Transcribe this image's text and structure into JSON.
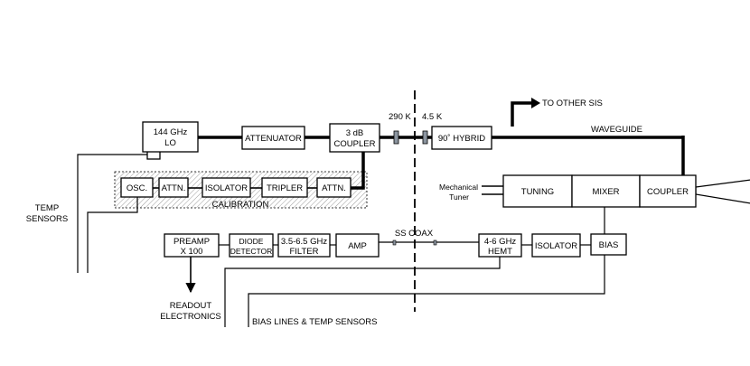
{
  "diagram": {
    "blocks": {
      "lo": [
        "144 GHz",
        "LO"
      ],
      "attenuator": "ATTENUATOR",
      "coupler3db": [
        "3 dB",
        "COUPLER"
      ],
      "hybrid": "90˚ HYBRID",
      "osc": "OSC.",
      "attn1": "ATTN.",
      "isolator_cal": "ISOLATOR",
      "tripler": "TRIPLER",
      "attn2": "ATTN.",
      "tuning": "TUNING",
      "mixer": "MIXER",
      "coupler_horn": "COUPLER",
      "preamp": [
        "PREAMP",
        "X 100"
      ],
      "diode": [
        "DIODE",
        "DETECTOR"
      ],
      "filter": [
        "3.5-6.5 GHz",
        "FILTER"
      ],
      "amp": "AMP",
      "hemt": [
        "4-6 GHz",
        "HEMT"
      ],
      "isolator_if": "ISOLATOR",
      "bias": "BIAS"
    },
    "labels": {
      "calibration": "CALIBRATION",
      "temp_sensors": [
        "TEMP",
        "SENSORS"
      ],
      "mech_tuner": [
        "Mechanical",
        "Tuner"
      ],
      "readout": [
        "READOUT",
        "ELECTRONICS"
      ],
      "bias_lines": "BIAS LINES & TEMP SENSORS",
      "ss_coax": "SS COAX",
      "to_other_sis": "TO OTHER SIS",
      "waveguide": "WAVEGUIDE",
      "temp_290k": "290 K",
      "temp_45k": "4.5 K"
    }
  }
}
